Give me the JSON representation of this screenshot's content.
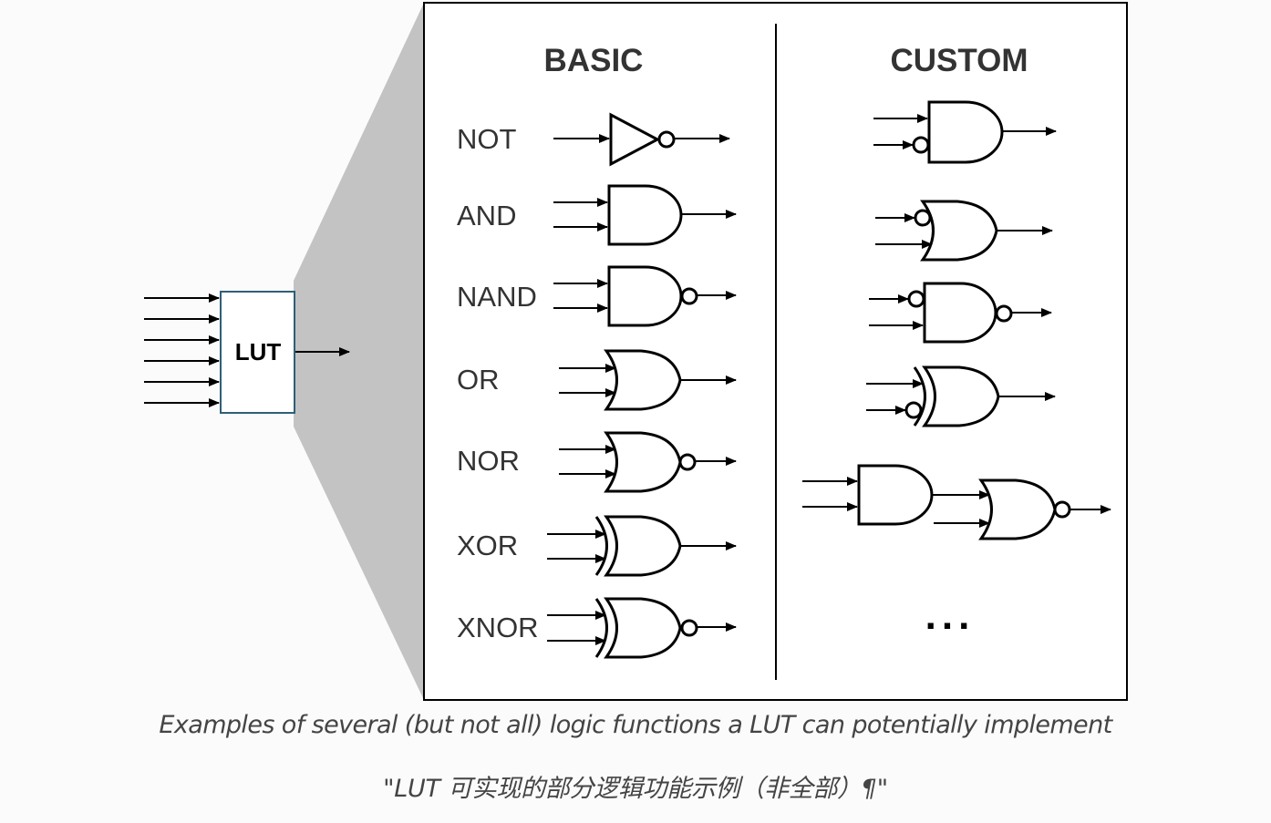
{
  "lut": {
    "label": "LUT"
  },
  "headers": {
    "basic": "BASIC",
    "custom": "CUSTOM"
  },
  "basic_gates": [
    {
      "label": "NOT"
    },
    {
      "label": "AND"
    },
    {
      "label": "NAND"
    },
    {
      "label": "OR"
    },
    {
      "label": "NOR"
    },
    {
      "label": "XOR"
    },
    {
      "label": "XNOR"
    }
  ],
  "custom_more": "...",
  "caption": {
    "english": "Examples of several (but not all) logic functions a LUT can potentially implement",
    "chinese": "\"LUT 可实现的部分逻辑功能示例（非全部）¶\""
  },
  "colors": {
    "stroke": "#000000",
    "lut_border": "#2e5f78",
    "funnel": "#c3c3c3",
    "text": "#333333",
    "caption": "#444444"
  }
}
